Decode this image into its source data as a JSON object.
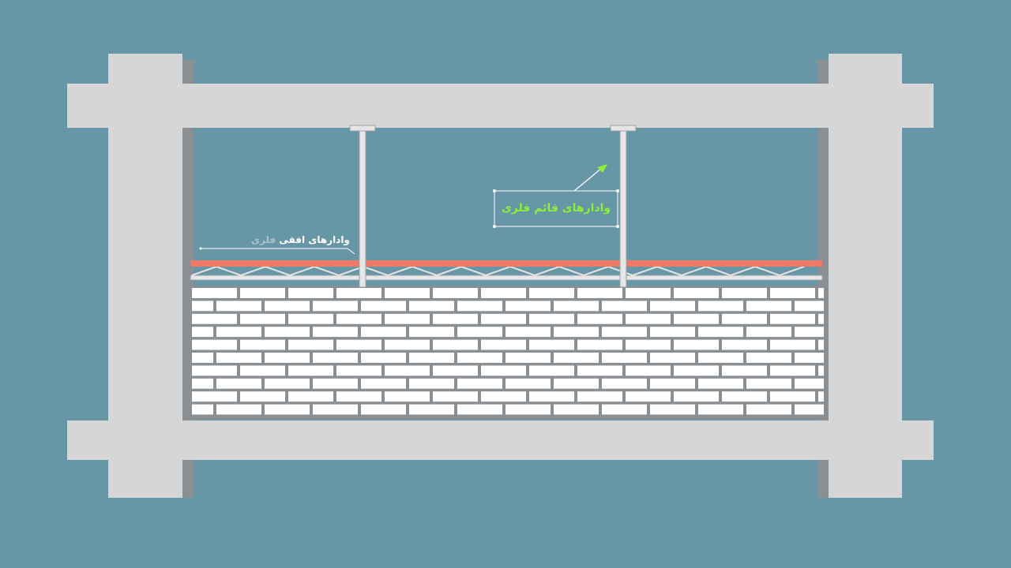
{
  "annotations": {
    "horizontal": {
      "label_main": "وادارهای افقی",
      "label_faded": "فلزی",
      "main_color": "#ffffff",
      "faded_color": "#a9c1c8"
    },
    "vertical": {
      "label": "وادارهای قائم فلزی",
      "color": "#8cf03a"
    }
  },
  "colors": {
    "background": "#6796a6",
    "concrete": "#d6d6d6",
    "concrete_shadow": "#8a8f93",
    "top_chord": "#f07a66",
    "steel": "#e6e6e6",
    "brick": "#ffffff",
    "mortar": "#8a8f93"
  }
}
